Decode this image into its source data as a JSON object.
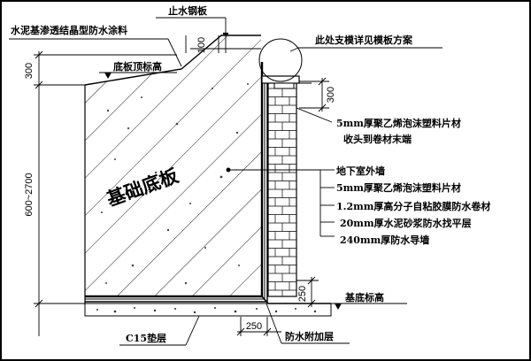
{
  "labels": {
    "stop_water_plate": "止水钢板",
    "cement_coating": "水泥基渗透结晶型防水涂料",
    "slab_top_elev": "底板顶标高",
    "formwork_note": "此处支模详见模板方案",
    "foam_board_end_1": "5mm厚聚乙烯泡沫塑料片材",
    "foam_board_end_2": "收头到卷材末端",
    "foundation_slab": "基础底板",
    "basement_wall": "地下室外墙",
    "foam_board": "5mm厚聚乙烯泡沫塑料片材",
    "membrane": "1.2mm厚高分子自粘胶膜防水卷材",
    "mortar_layer": "20mm厚水泥砂浆防水找平层",
    "guide_wall": "240mm厚防水导墙",
    "base_elev": "基底标高",
    "cushion": "C15垫层",
    "extra_layer": "防水附加层"
  },
  "dimensions": {
    "d300_left": "300",
    "d600_2700": "600~2700",
    "d100": "100",
    "d300_right": "300",
    "d250_vertical": "250",
    "d250_horizontal": "250"
  }
}
